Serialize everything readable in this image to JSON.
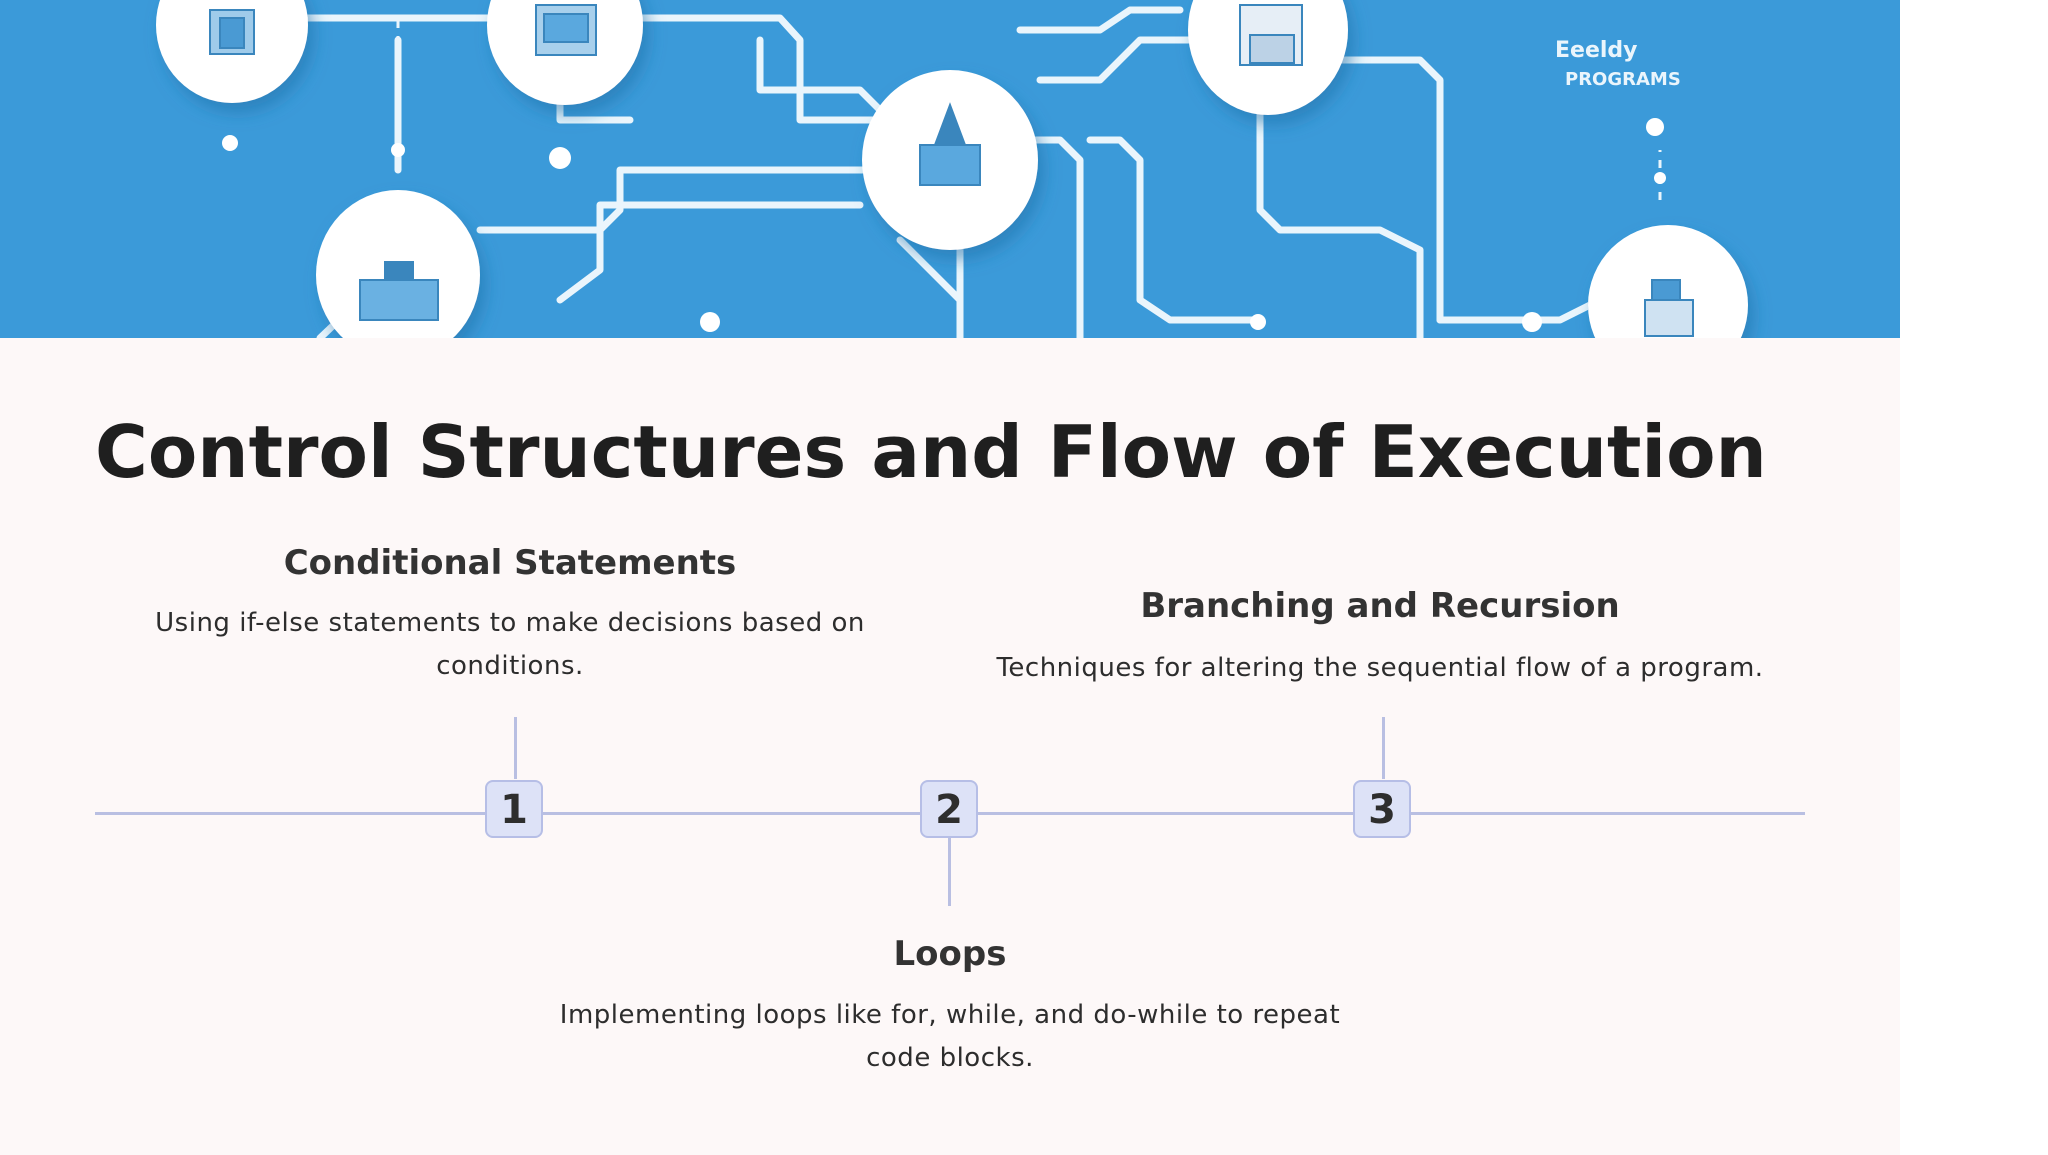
{
  "slide": {
    "title": "Control Structures and Flow of Execution",
    "hero_image": "network-diagram-illustration",
    "hero_color": "#3b9ad9"
  },
  "timeline": {
    "items": [
      {
        "step": "1",
        "title": "Conditional Statements",
        "description": "Using if-else statements to make decisions based on conditions."
      },
      {
        "step": "2",
        "title": "Loops",
        "description": "Implementing loops like for, while, and do-while to repeat code blocks."
      },
      {
        "step": "3",
        "title": "Branching and Recursion",
        "description": "Techniques for altering the sequential flow of a program."
      }
    ],
    "line_color": "#b9bfe2",
    "marker_color": "#dde2f7"
  }
}
